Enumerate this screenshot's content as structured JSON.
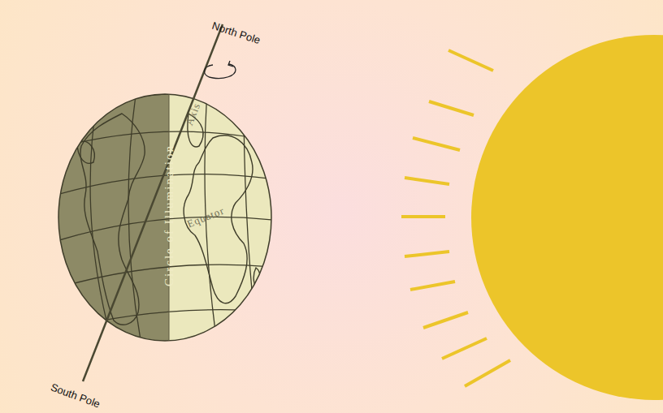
{
  "diagram": {
    "labels": [
      "North Pole",
      "Circle of Illumination",
      "Axis",
      "Equator",
      "South Pole"
    ]
  }
}
